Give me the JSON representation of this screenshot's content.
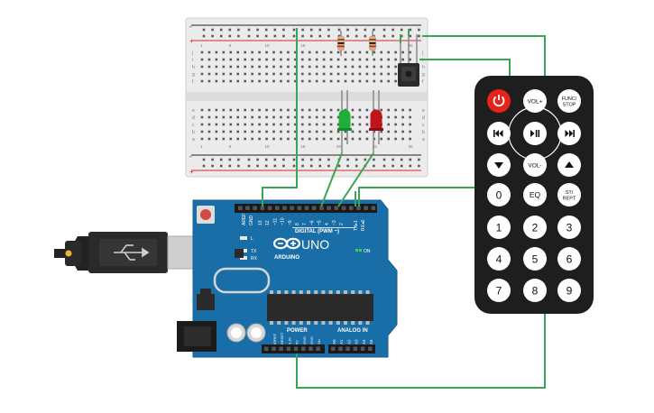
{
  "board": {
    "brand": "ARDUINO",
    "model": "UNO",
    "digital_label": "DIGITAL (PWM ~)",
    "power_label": "POWER",
    "analog_label": "ANALOG IN",
    "on_label": "ON",
    "tx_label": "TX",
    "rx_label": "RX",
    "l_label": "L",
    "aref_label": "AREF",
    "gnd_label": "GND",
    "txd_label": "TX▸1",
    "rxd_label": "RX◂0",
    "digital_pins": [
      "13",
      "12",
      "~11",
      "~10",
      "~9",
      "8",
      "7",
      "~6",
      "~5",
      "4",
      "~3",
      "2"
    ],
    "power_pins": [
      "IOREF",
      "RESET",
      "3.3V",
      "5V",
      "GND",
      "GND",
      "Vin"
    ],
    "analog_pins": [
      "A0",
      "A1",
      "A2",
      "A3",
      "A4",
      "A5"
    ]
  },
  "breadboard": {
    "rows_top": [
      "j",
      "i",
      "h",
      "g",
      "f"
    ],
    "rows_bottom": [
      "e",
      "d",
      "c",
      "b",
      "a"
    ],
    "col_marks": [
      "1",
      "5",
      "10",
      "15",
      "20",
      "25",
      "30"
    ],
    "rail_plus": "+",
    "rail_minus": "-"
  },
  "remote": {
    "buttons": [
      {
        "id": "power",
        "label": ""
      },
      {
        "id": "vol-up",
        "label": "VOL+"
      },
      {
        "id": "func-stop",
        "label": "FUNC/STOP"
      },
      {
        "id": "prev",
        "label": ""
      },
      {
        "id": "play-pause",
        "label": ""
      },
      {
        "id": "next",
        "label": ""
      },
      {
        "id": "down",
        "label": ""
      },
      {
        "id": "vol-down",
        "label": "VOL-"
      },
      {
        "id": "up",
        "label": ""
      },
      {
        "id": "0",
        "label": "0"
      },
      {
        "id": "eq",
        "label": "EQ"
      },
      {
        "id": "st-rept",
        "label": "ST/REPT"
      },
      {
        "id": "1",
        "label": "1"
      },
      {
        "id": "2",
        "label": "2"
      },
      {
        "id": "3",
        "label": "3"
      },
      {
        "id": "4",
        "label": "4"
      },
      {
        "id": "5",
        "label": "5"
      },
      {
        "id": "6",
        "label": "6"
      },
      {
        "id": "7",
        "label": "7"
      },
      {
        "id": "8",
        "label": "8"
      },
      {
        "id": "9",
        "label": "9"
      }
    ],
    "colors": {
      "body": "#1e1e1e",
      "button": "#ffffff",
      "power": "#e8231c",
      "text": "#111111"
    }
  },
  "colors": {
    "wire": "#3aa655",
    "arduino": "#1a6ea7",
    "led_green": "#1fae3a",
    "led_red": "#c0141b",
    "rail_red": "#d62b2b"
  }
}
